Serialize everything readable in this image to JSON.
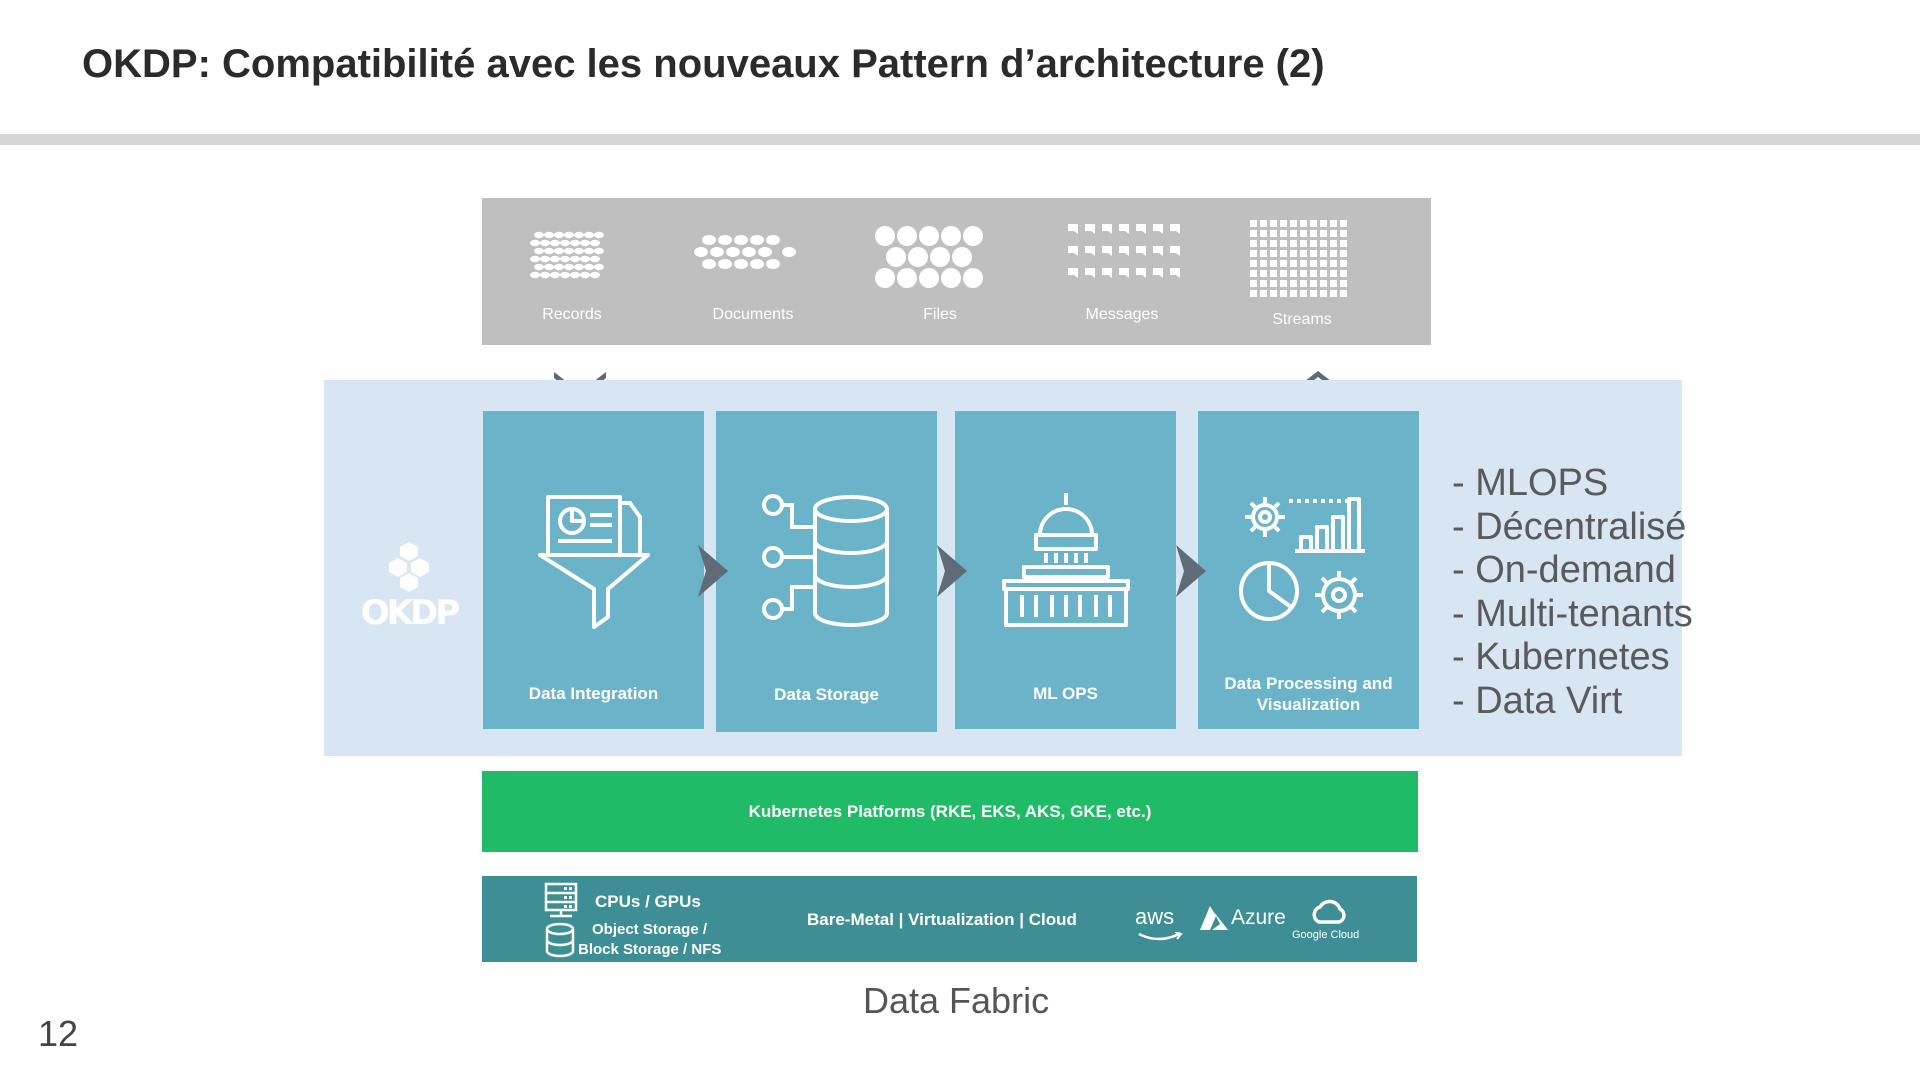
{
  "slide": {
    "title": "OKDP: Compatibilité avec les nouveaux Pattern d’architecture (2)",
    "page_number": "12",
    "footer_caption": "Data Fabric"
  },
  "data_types": [
    {
      "label": "Records",
      "icon": "records-icon"
    },
    {
      "label": "Documents",
      "icon": "documents-icon"
    },
    {
      "label": "Files",
      "icon": "files-icon"
    },
    {
      "label": "Messages",
      "icon": "messages-icon"
    },
    {
      "label": "Streams",
      "icon": "streams-icon"
    }
  ],
  "okdp": {
    "logo_text": "OKDP",
    "stages": [
      {
        "label": "Data Integration",
        "icon": "funnel-dashboard-icon"
      },
      {
        "label": "Data Storage",
        "icon": "database-icon"
      },
      {
        "label": "ML OPS",
        "icon": "capitol-building-icon"
      },
      {
        "label": "Data Processing and Visualization",
        "icon": "analytics-gears-icon"
      }
    ],
    "features": [
      "- MLOPS",
      "- Décentralisé",
      "- On-demand",
      "- Multi-tenants",
      "- Kubernetes",
      "- Data Virt"
    ]
  },
  "platform": {
    "kubernetes_label": "Kubernetes Platforms (RKE, EKS, AKS, GKE, etc.)"
  },
  "infrastructure": {
    "compute_label": "CPUs / GPUs",
    "storage_label_1": "Object Storage /",
    "storage_label_2": "Block Storage / NFS",
    "deployment_label": "Bare-Metal | Virtualization | Cloud",
    "cloud_logos": {
      "aws": "aws",
      "azure": "Azure",
      "google": "Google Cloud"
    }
  },
  "colors": {
    "types_panel": "#bfbfbf",
    "okdp_band": "#d7e6f2",
    "stage_tile": "#6bb3c9",
    "kubernetes_bar": "#20bb66",
    "infra_bar": "#3e8f95"
  }
}
